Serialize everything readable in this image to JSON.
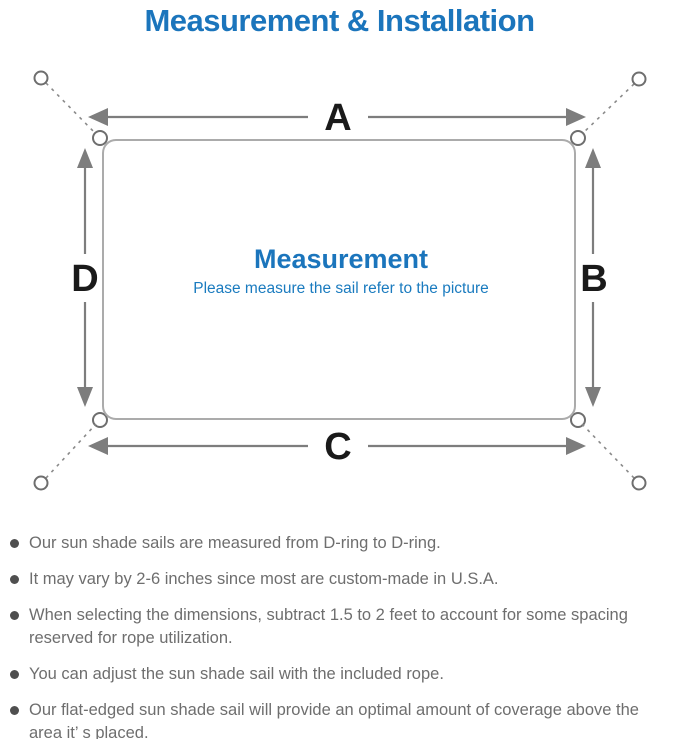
{
  "title": "Measurement & Installation",
  "diagram": {
    "center_title": "Measurement",
    "center_subtitle": "Please measure the sail refer to the picture",
    "labels": {
      "top": "A",
      "right": "B",
      "bottom": "C",
      "left": "D"
    },
    "colors": {
      "accent_blue": "#1b75bc",
      "subtitle_blue": "#1a7bbf",
      "label_black": "#1a1a1a",
      "arrow_gray": "#7d7d7d",
      "sail_border_gray": "#ababab",
      "note_text_gray": "#6e6e6e"
    }
  },
  "notes": {
    "items": [
      "Our sun shade sails are measured from D-ring to D-ring.",
      "It may vary by 2-6 inches since most are custom-made in U.S.A.",
      "When selecting the dimensions, subtract 1.5 to 2 feet to account for some spacing reserved for rope utilization.",
      "You can adjust the sun shade sail with the included rope.",
      "Our flat-edged sun shade sail will provide an optimal amount of coverage above the area it’ s placed."
    ]
  }
}
